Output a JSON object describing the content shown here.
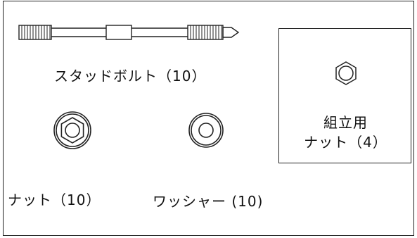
{
  "parts": {
    "stud_bolt": {
      "label": "スタッドボルト（10）",
      "icon": "stud-bolt"
    },
    "nut": {
      "label": "ナット（10）",
      "icon": "hex-nut"
    },
    "washer": {
      "label": "ワッシャー (10)",
      "icon": "washer"
    },
    "assembly_nut": {
      "label_line1": "組立用",
      "label_line2": "ナット（4）",
      "icon": "hex-nut-small"
    }
  }
}
